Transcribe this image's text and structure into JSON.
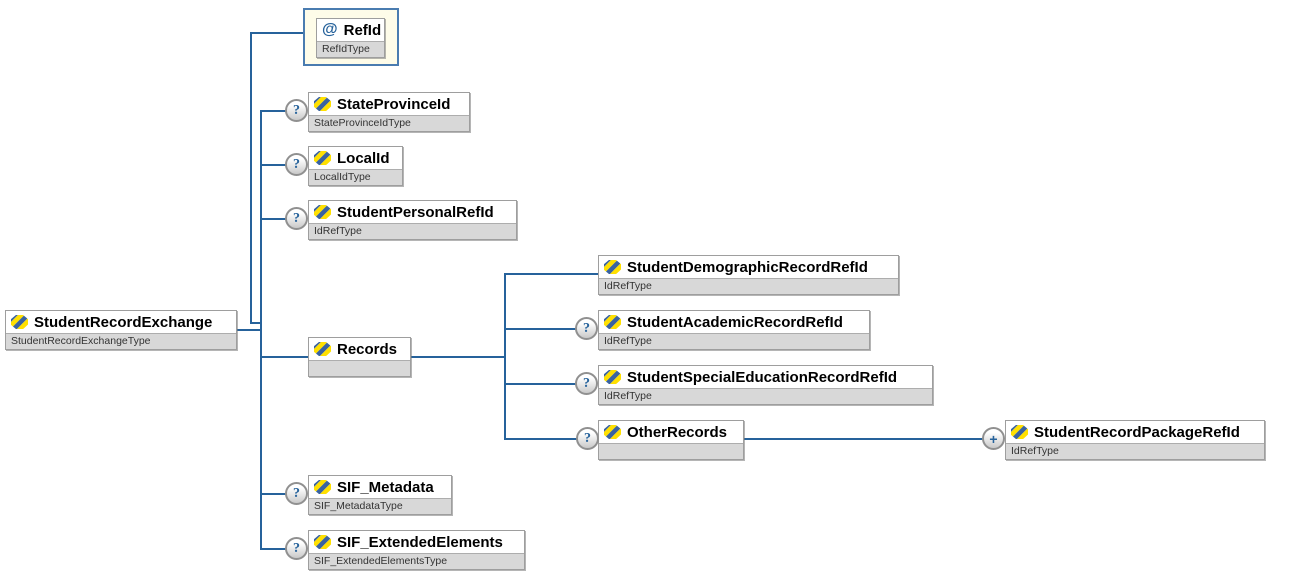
{
  "badges": {
    "optional": "?",
    "repeatable": "+"
  },
  "attribute_marker": "@",
  "nodes": {
    "root": {
      "name": "StudentRecordExchange",
      "type": "StudentRecordExchangeType"
    },
    "refid": {
      "name": "RefId",
      "type": "RefIdType"
    },
    "state_province_id": {
      "name": "StateProvinceId",
      "type": "StateProvinceIdType"
    },
    "local_id": {
      "name": "LocalId",
      "type": "LocalIdType"
    },
    "student_personal_refid": {
      "name": "StudentPersonalRefId",
      "type": "IdRefType"
    },
    "records": {
      "name": "Records",
      "type": ""
    },
    "sif_metadata": {
      "name": "SIF_Metadata",
      "type": "SIF_MetadataType"
    },
    "sif_extended_elements": {
      "name": "SIF_ExtendedElements",
      "type": "SIF_ExtendedElementsType"
    },
    "student_demographic_record_refid": {
      "name": "StudentDemographicRecordRefId",
      "type": "IdRefType"
    },
    "student_academic_record_refid": {
      "name": "StudentAcademicRecordRefId",
      "type": "IdRefType"
    },
    "student_special_education_record_refid": {
      "name": "StudentSpecialEducationRecordRefId",
      "type": "IdRefType"
    },
    "other_records": {
      "name": "OtherRecords",
      "type": ""
    },
    "student_record_package_refid": {
      "name": "StudentRecordPackageRefId",
      "type": "IdRefType"
    }
  },
  "colors": {
    "connector_line": "#26629B",
    "box_border": "#9E9E9E",
    "type_bar": "#D8D8D8",
    "attribute_container_bg": "#FEFCE9",
    "attribute_container_border": "#4A7CB0",
    "icon_yellow": "#FFE000",
    "icon_blue": "#3A63A0",
    "badge_glyph": "#26629B"
  }
}
